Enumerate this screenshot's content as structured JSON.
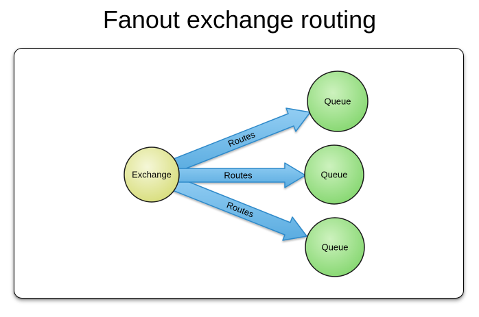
{
  "title": "Fanout exchange routing",
  "diagram": {
    "exchange": {
      "label": "Exchange"
    },
    "queues": [
      {
        "label": "Queue"
      },
      {
        "label": "Queue"
      },
      {
        "label": "Queue"
      }
    ],
    "routes": [
      {
        "label": "Routes"
      },
      {
        "label": "Routes"
      },
      {
        "label": "Routes"
      }
    ]
  },
  "colors": {
    "exchange_fill_center": "#F5F7D8",
    "exchange_fill_edge": "#D5DB72",
    "queue_fill_center": "#CDF2BE",
    "queue_fill_edge": "#7ED468",
    "arrow_fill_light": "#92CDF3",
    "arrow_fill_dark": "#5AACE0",
    "arrow_stroke": "#2E89C9",
    "node_stroke": "#1A1A1A",
    "title_color": "#000000",
    "label_color": "#000000",
    "canvas_background": "#FFFFFF",
    "canvas_border": "#000000"
  }
}
